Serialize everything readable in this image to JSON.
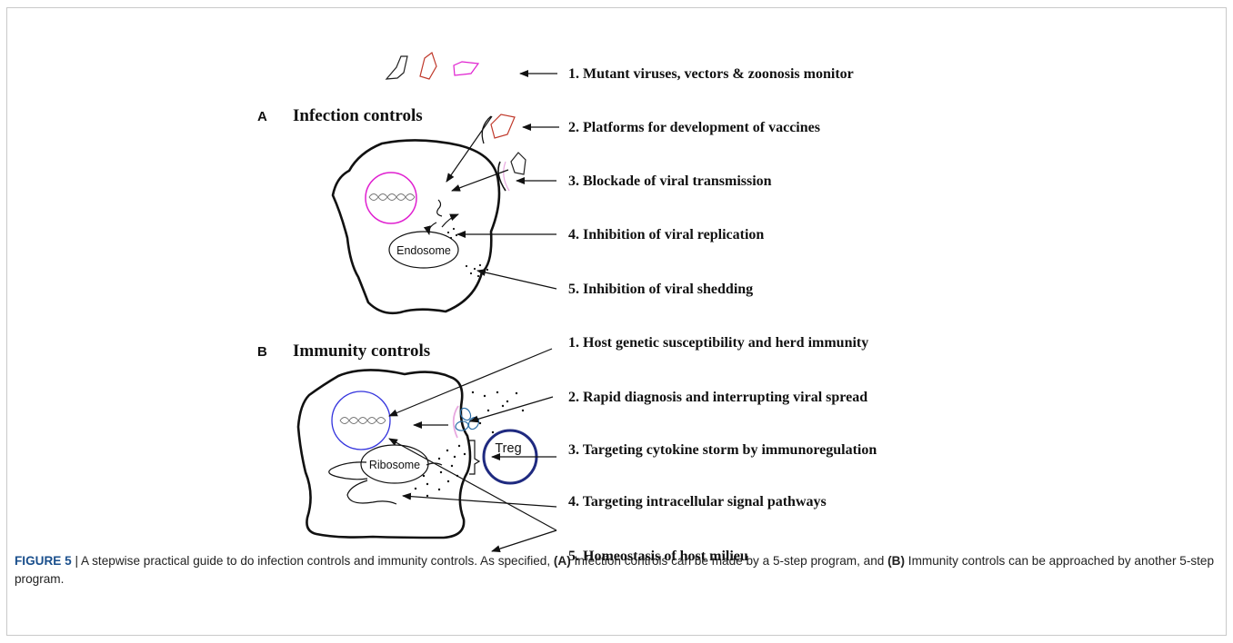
{
  "top_label": "1. Mutant viruses, vectors & zoonosis monitor",
  "panel_a": {
    "letter": "A",
    "title": "Infection controls",
    "endosome": "Endosome",
    "steps": [
      "2. Platforms for development of vaccines",
      "3. Blockade of viral transmission",
      "4. Inhibition  of viral replication",
      "5. Inhibition  of viral shedding"
    ]
  },
  "panel_b": {
    "letter": "B",
    "title": "Immunity controls",
    "ribosome": "Ribosome",
    "treg": "Treg",
    "steps": [
      "1. Host genetic susceptibility and herd immunity",
      "2. Rapid diagnosis and interrupting viral spread",
      "3. Targeting cytokine storm by immunoregulation",
      "4. Targeting intracellular  signal pathways",
      "5. Homeostasis of host milieu"
    ]
  },
  "caption": {
    "label": "FIGURE 5",
    "separator": " | ",
    "part1": "A stepwise practical guide to do infection controls and immunity controls. As specified, ",
    "ref_a": "(A)",
    "part2": " Infection controls can be made by a 5-step program, and ",
    "ref_b": "(B)",
    "part3": " Immunity controls can be approached by another 5-step program."
  },
  "colors": {
    "virus_black": "#222222",
    "virus_red": "#c0392b",
    "virus_magenta": "#e020d0",
    "nucleus_a": "#e020d0",
    "nucleus_b": "#3333dd",
    "treg_ring": "#1f2a80",
    "caption_label": "#1a4f8c"
  }
}
